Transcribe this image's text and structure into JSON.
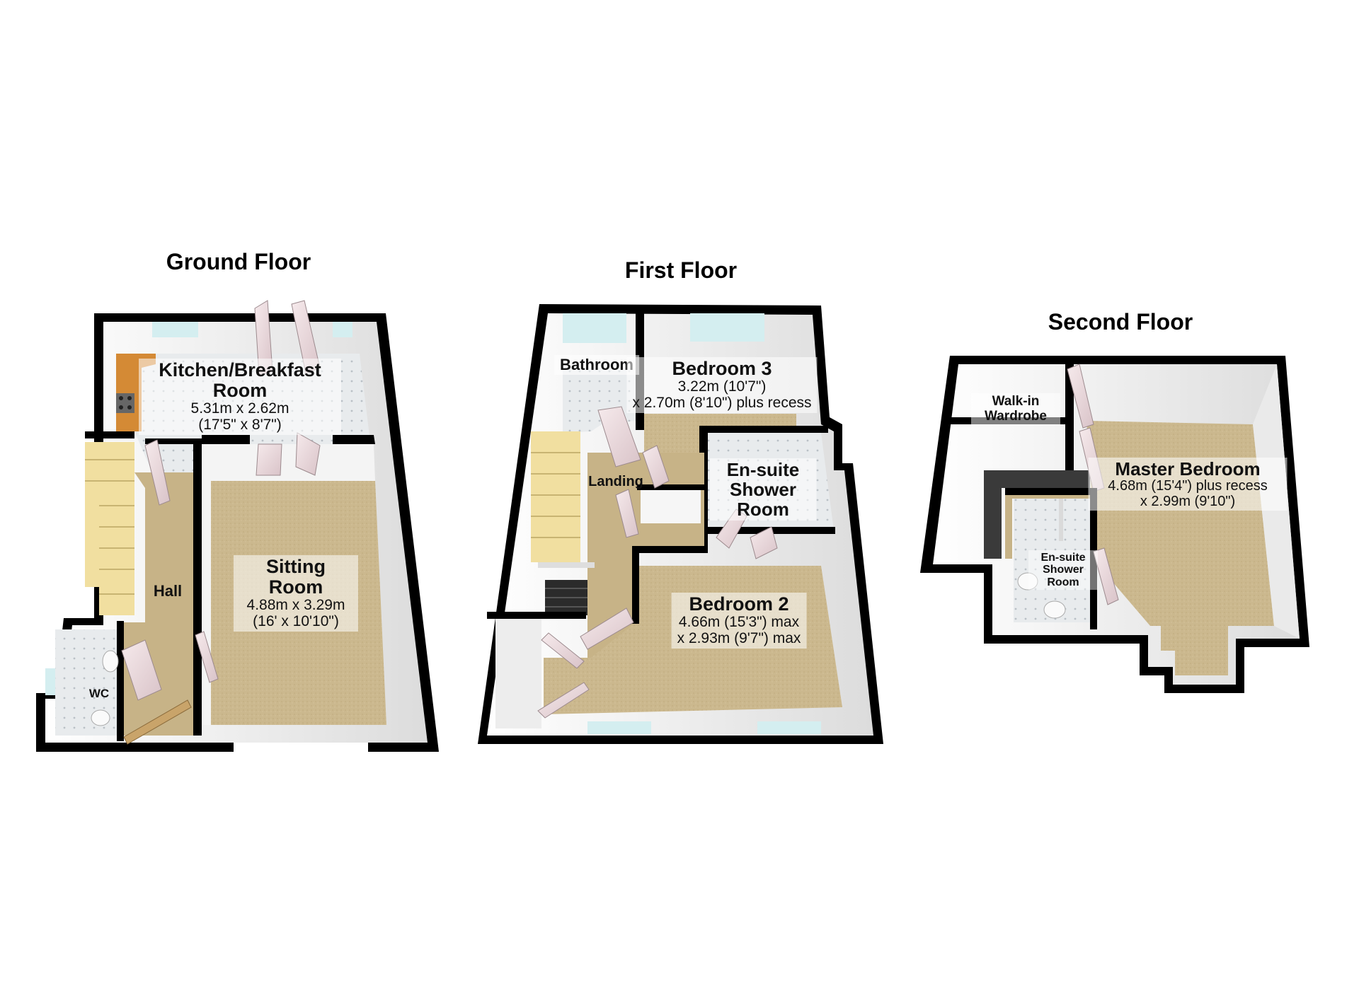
{
  "floors": {
    "ground": {
      "title": "Ground Floor",
      "rooms": {
        "kitchen": {
          "name": "Kitchen/Breakfast Room",
          "dim_metric": "5.31m x 2.62m",
          "dim_imperial": "(17'5\" x 8'7\")"
        },
        "sitting": {
          "name": "Sitting Room",
          "dim_metric": "4.88m x 3.29m",
          "dim_imperial": "(16' x 10'10\")"
        },
        "hall": {
          "name": "Hall"
        },
        "wc": {
          "name": "WC"
        }
      }
    },
    "first": {
      "title": "First Floor",
      "rooms": {
        "bathroom": {
          "name": "Bathroom"
        },
        "bedroom3": {
          "name": "Bedroom 3",
          "dim_metric": "3.22m (10'7\")",
          "dim_imperial": "x 2.70m (8'10\") plus recess"
        },
        "landing": {
          "name": "Landing"
        },
        "ensuite": {
          "name": "En-suite Shower Room"
        },
        "bedroom2": {
          "name": "Bedroom 2",
          "dim_metric": "4.66m (15'3\") max",
          "dim_imperial": "x 2.93m (9'7\") max"
        }
      }
    },
    "second": {
      "title": "Second Floor",
      "rooms": {
        "wardrobe": {
          "name": "Walk-in Wardrobe"
        },
        "master": {
          "name": "Master Bedroom",
          "dim_metric": "4.68m (15'4\") plus recess",
          "dim_imperial": "x 2.99m (9'10\")"
        },
        "ensuite": {
          "name": "En-suite Shower Room"
        }
      }
    }
  },
  "colors": {
    "wall": "#000000",
    "wall_side": "#ffffff",
    "carpet": "#c9b68c",
    "tile": "#e9ecee",
    "stairs": "#f1dfa0",
    "kitchen_worktop": "#d48a35",
    "door": "#efe0e3",
    "window": "#d4eef0"
  }
}
